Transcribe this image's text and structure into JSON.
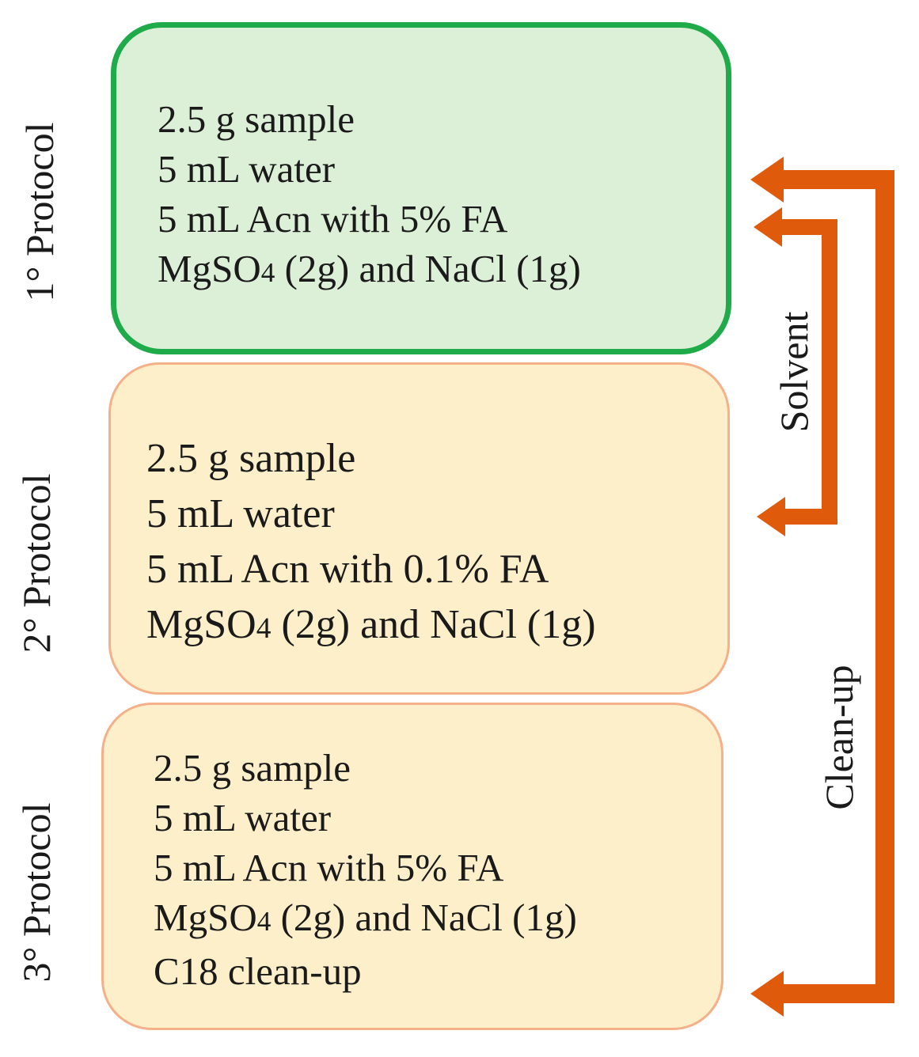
{
  "protocols": [
    {
      "label": "1° Protocol",
      "lines": [
        "2.5 g sample",
        "5 mL water",
        "5 mL Acn with 5% FA"
      ],
      "salt_pre": "MgSO",
      "salt_sub": "4",
      "salt_post": " (2g) and NaCl (1g)"
    },
    {
      "label": "2° Protocol",
      "lines": [
        "2.5 g sample",
        "5 mL water",
        "5 mL Acn with 0.1% FA"
      ],
      "salt_pre": "MgSO",
      "salt_sub": "4",
      "salt_post": " (2g) and NaCl (1g)"
    },
    {
      "label": "3° Protocol",
      "lines": [
        "2.5 g sample",
        "5 mL water",
        "5 mL Acn with 5% FA"
      ],
      "salt_pre": "MgSO",
      "salt_sub": "4",
      "salt_post": " (2g) and NaCl (1g)",
      "extra": "C18 clean-up"
    }
  ],
  "arrows": {
    "solvent_label": "Solvent",
    "cleanup_label": "Clean-up",
    "color": "#e05a0c"
  },
  "colors": {
    "box1_fill": "#dcefd7",
    "box1_border": "#1fab4a",
    "box_fill": "#fdefc9",
    "box_border": "#f4b088"
  }
}
